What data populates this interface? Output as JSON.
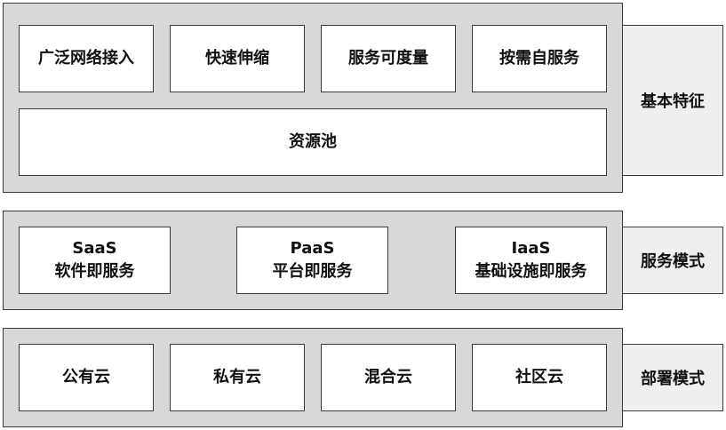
{
  "basic": {
    "label": "基本特征",
    "items": [
      "广泛网络接入",
      "快速伸缩",
      "服务可度量",
      "按需自服务"
    ],
    "pool": "资源池"
  },
  "service": {
    "label": "服务模式",
    "items": [
      {
        "name": "SaaS",
        "desc": "软件即服务"
      },
      {
        "name": "PaaS",
        "desc": "平台即服务"
      },
      {
        "name": "IaaS",
        "desc": "基础设施即服务"
      }
    ]
  },
  "deploy": {
    "label": "部署模式",
    "items": [
      "公有云",
      "私有云",
      "混合云",
      "社区云"
    ]
  }
}
